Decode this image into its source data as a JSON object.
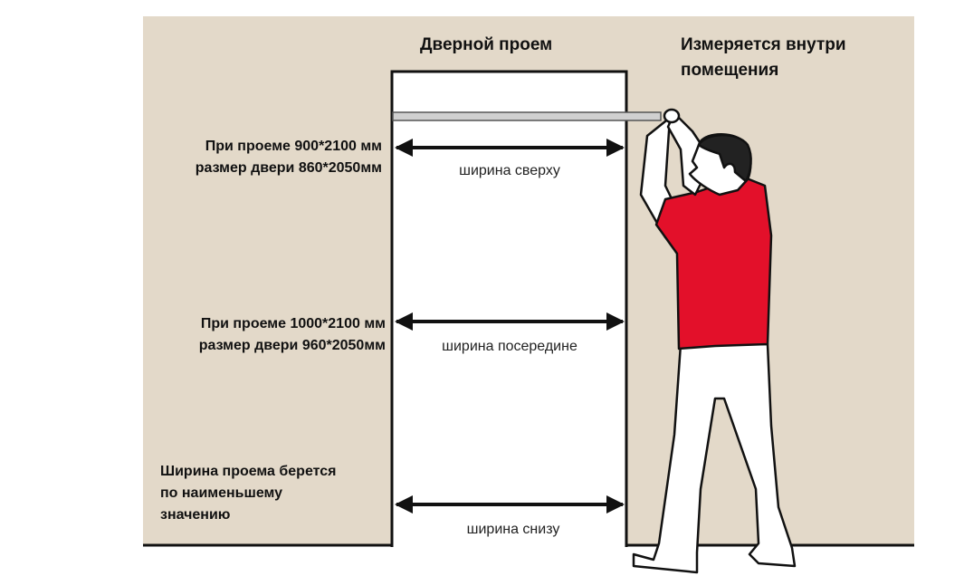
{
  "title_opening": "Дверной проем",
  "title_inside": [
    "Измеряется внутри",
    "помещения"
  ],
  "notes": [
    [
      "При проеме 900*2100 мм",
      "размер двери 860*2050мм"
    ],
    [
      "При проеме 1000*2100 мм",
      "размер двери 960*2050мм"
    ],
    [
      "Ширина проема берется",
      "по наименьшему",
      "значению"
    ]
  ],
  "widths": [
    "ширина сверху",
    "ширина посередине",
    "ширина снизу"
  ],
  "colors": {
    "wall": "#e3d9c9",
    "shirt": "#e3102a",
    "skin": "#ffffff",
    "line": "#111111"
  }
}
